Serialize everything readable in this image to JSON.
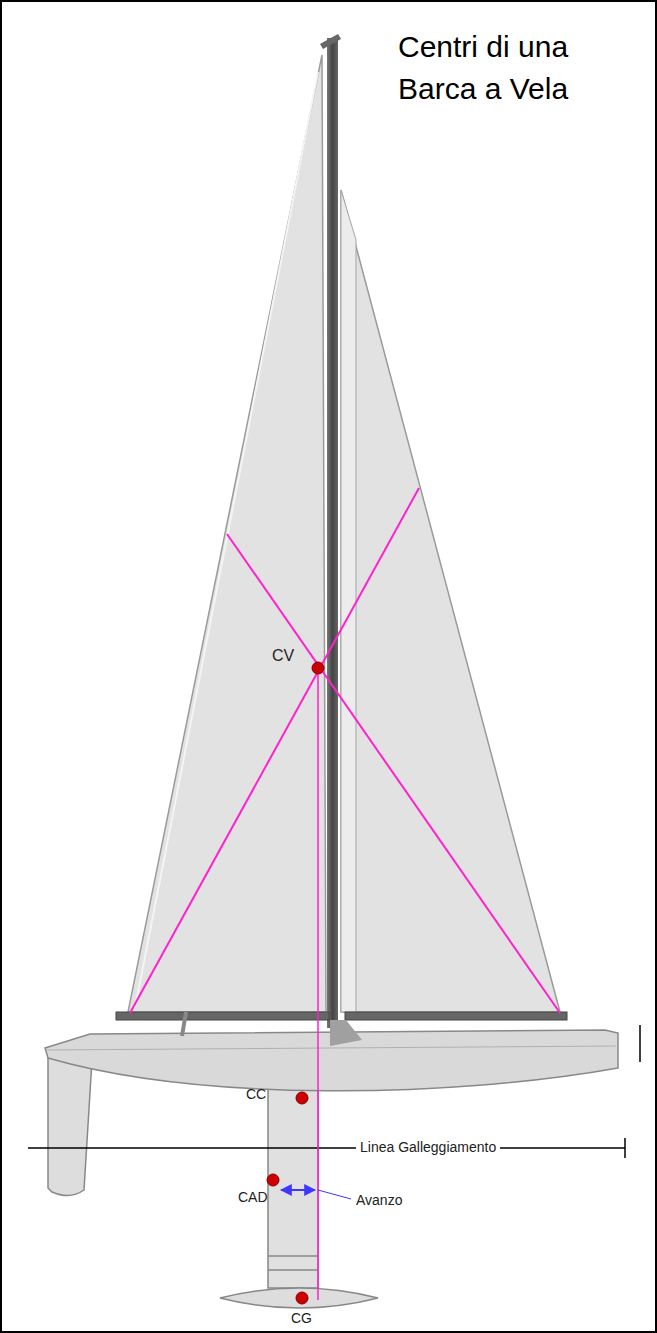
{
  "diagram": {
    "title": "Centri di una Barca a Vela",
    "labels": [
      "CV",
      "CC",
      "Linea Galleggiamento",
      "CAD",
      "Avanzo",
      "CG"
    ]
  }
}
